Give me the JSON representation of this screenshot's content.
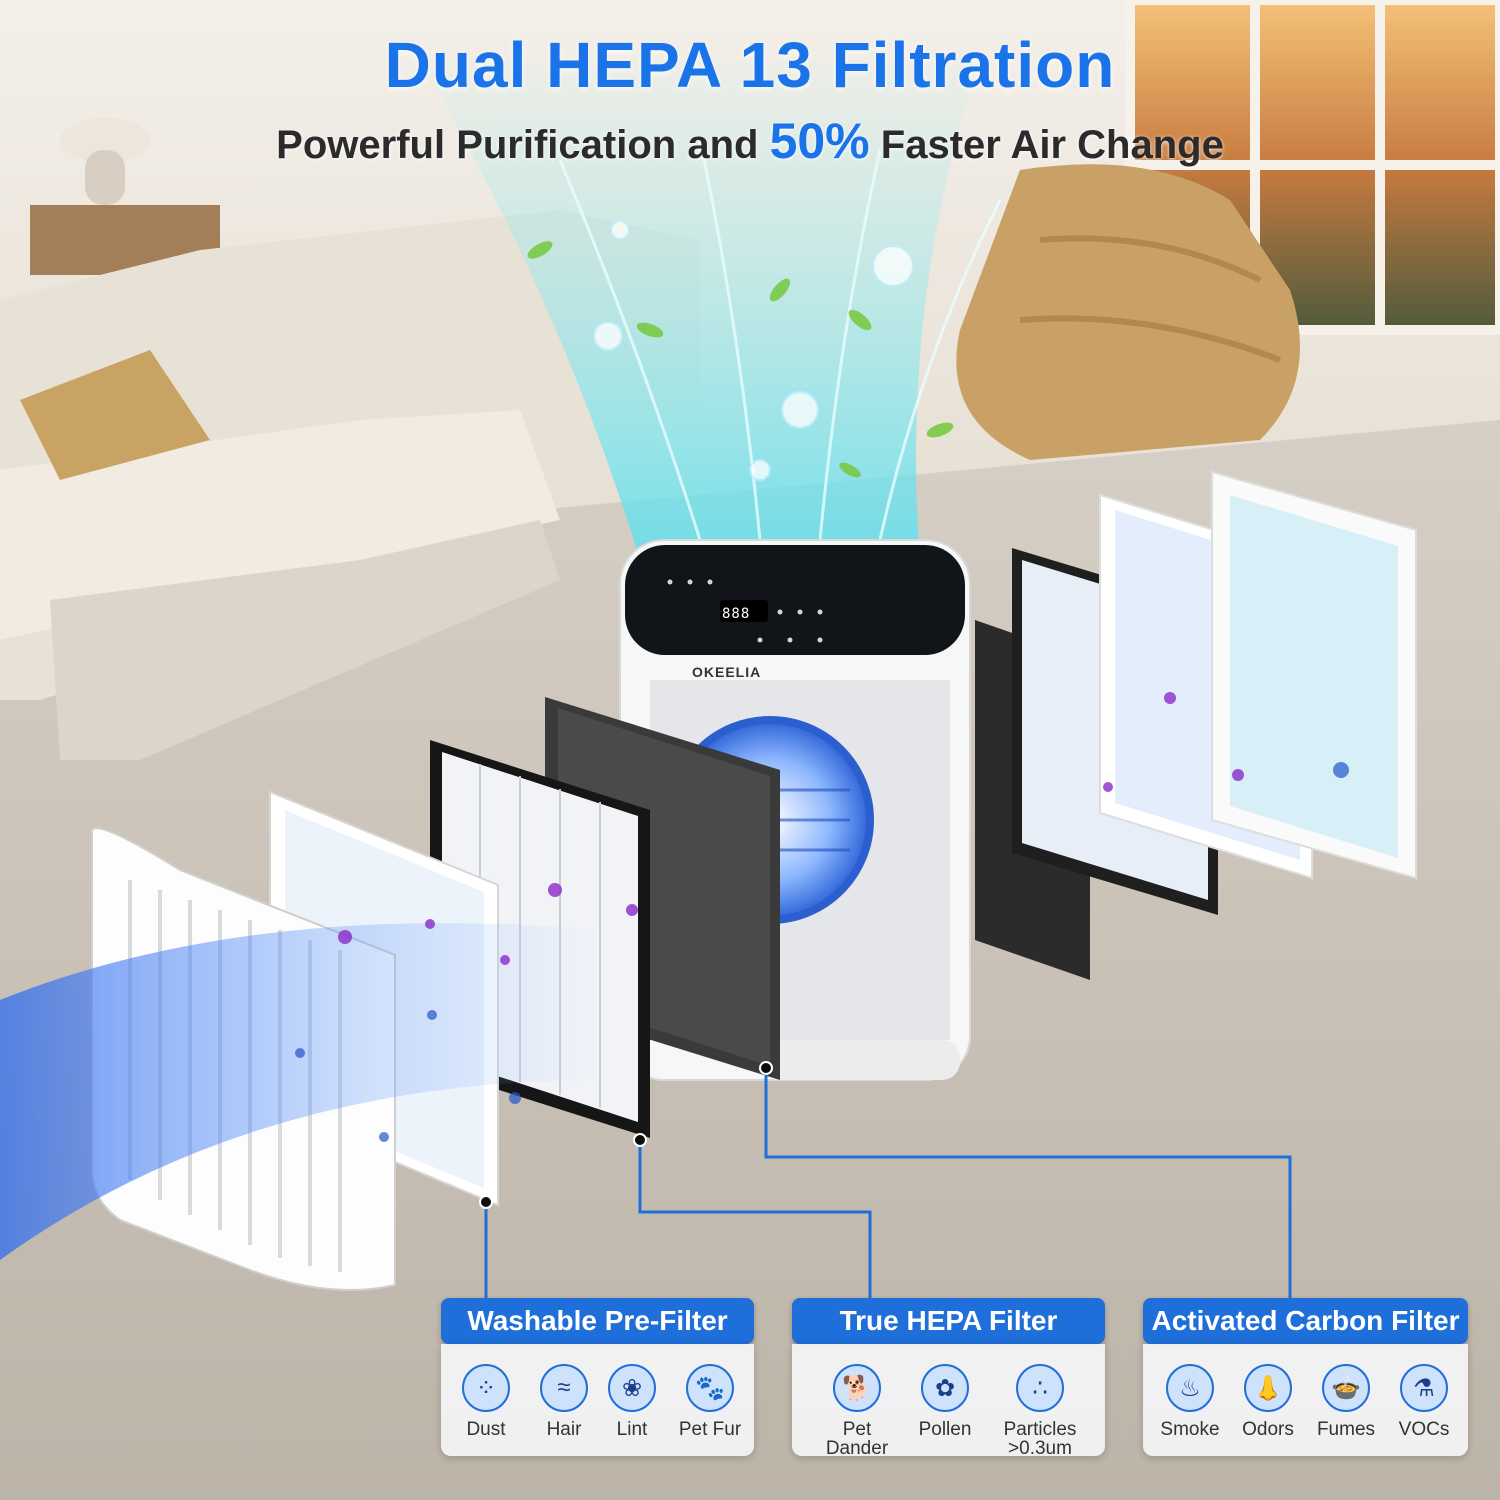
{
  "title": "Dual HEPA 13 Filtration",
  "subtitle": {
    "before": "Powerful Purification and",
    "highlight": "50%",
    "after": "Faster Air Change"
  },
  "brand": "OKEELIA",
  "display_readout": "888",
  "colors": {
    "accent": "#1a73e8",
    "panel_header": "#1e6fd9",
    "icon_fill": "#cfe2fb"
  },
  "panels": [
    {
      "title": "Washable Pre-Filter",
      "items": [
        {
          "label": "Dust",
          "icon": "dust-icon",
          "glyph": "⁘"
        },
        {
          "label": "Hair",
          "icon": "hair-icon",
          "glyph": "≈"
        },
        {
          "label": "Lint",
          "icon": "lint-icon",
          "glyph": "❀"
        },
        {
          "label": "Pet Fur",
          "icon": "paw-icon",
          "glyph": "🐾"
        }
      ]
    },
    {
      "title": "True HEPA Filter",
      "items": [
        {
          "label": "Pet\nDander",
          "icon": "pet-dander-icon",
          "glyph": "🐕"
        },
        {
          "label": "Pollen",
          "icon": "pollen-icon",
          "glyph": "✿"
        },
        {
          "label": "Particles\n>0.3um",
          "icon": "particles-icon",
          "glyph": "∴"
        }
      ]
    },
    {
      "title": "Activated Carbon Filter",
      "items": [
        {
          "label": "Smoke",
          "icon": "smoke-icon",
          "glyph": "♨"
        },
        {
          "label": "Odors",
          "icon": "odors-icon",
          "glyph": "👃"
        },
        {
          "label": "Fumes",
          "icon": "fumes-icon",
          "glyph": "🍲"
        },
        {
          "label": "VOCs",
          "icon": "vocs-icon",
          "glyph": "⚗"
        }
      ]
    }
  ]
}
